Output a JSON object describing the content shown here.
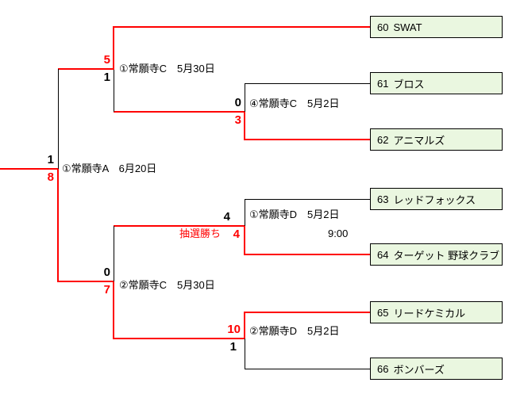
{
  "colors": {
    "winner_path": "#ff0000",
    "line": "#000000",
    "team_box_fill": "#eaf7e0",
    "team_box_border": "#000000",
    "note_color": "#ff0000"
  },
  "teams": [
    {
      "seed": "60",
      "name": "SWAT"
    },
    {
      "seed": "61",
      "name": "ブロス"
    },
    {
      "seed": "62",
      "name": "アニマルズ"
    },
    {
      "seed": "63",
      "name": "レッドフォックス"
    },
    {
      "seed": "64",
      "name": "ターゲット 野球クラブ"
    },
    {
      "seed": "65",
      "name": "リードケミカル"
    },
    {
      "seed": "66",
      "name": "ボンバーズ"
    }
  ],
  "matches": {
    "final": {
      "label": "①常願寺A　6月20日",
      "score_top": "1",
      "score_bottom": "8",
      "winner": "bottom"
    },
    "semi1": {
      "label": "①常願寺C　5月30日",
      "score_top": "5",
      "score_bottom": "1",
      "winner": "top"
    },
    "semi2": {
      "label": "②常願寺C　5月30日",
      "score_top": "0",
      "score_bottom": "7",
      "winner": "bottom"
    },
    "quarter4": {
      "label": "④常願寺C　5月2日",
      "score_top": "0",
      "score_bottom": "3",
      "winner": "bottom"
    },
    "quarter1": {
      "label": "①常願寺D　5月2日",
      "time": "9:00",
      "score_top": "4",
      "score_bottom": "4",
      "winner": "bottom",
      "note": "抽選勝ち"
    },
    "quarter2": {
      "label": "②常願寺D　5月2日",
      "score_top": "10",
      "score_bottom": "1",
      "winner": "top"
    }
  }
}
